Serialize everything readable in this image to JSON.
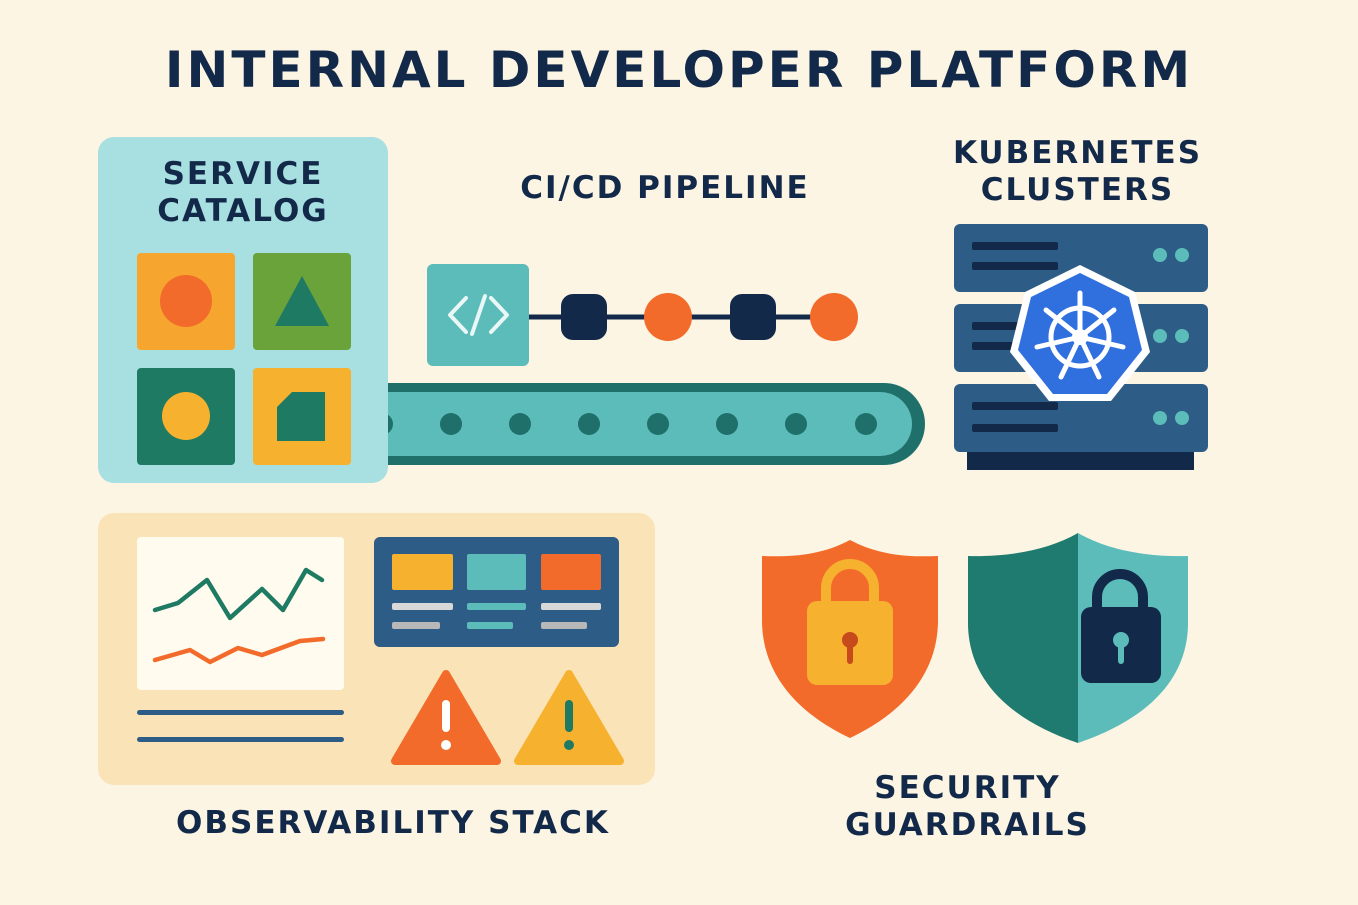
{
  "title": "INTERNAL DEVELOPER PLATFORM",
  "service_catalog": {
    "label": "SERVICE\nCATALOG"
  },
  "cicd": {
    "label": "CI/CD PIPELINE"
  },
  "kubernetes": {
    "label": "KUBERNETES\nCLUSTERS"
  },
  "observability": {
    "label": "OBSERVABILITY STACK"
  },
  "security": {
    "label": "SECURITY\nGUARDRAILS"
  },
  "colors": {
    "background": "#fcf5e3",
    "navy": "#13294a",
    "teal": "#5bbcba",
    "dark_teal": "#1f6f6a",
    "orange": "#f26b2a",
    "yellow": "#f6b12f",
    "green": "#6aa33a",
    "kubernetes_blue": "#2f6fde",
    "steel_blue": "#2d5d86"
  }
}
